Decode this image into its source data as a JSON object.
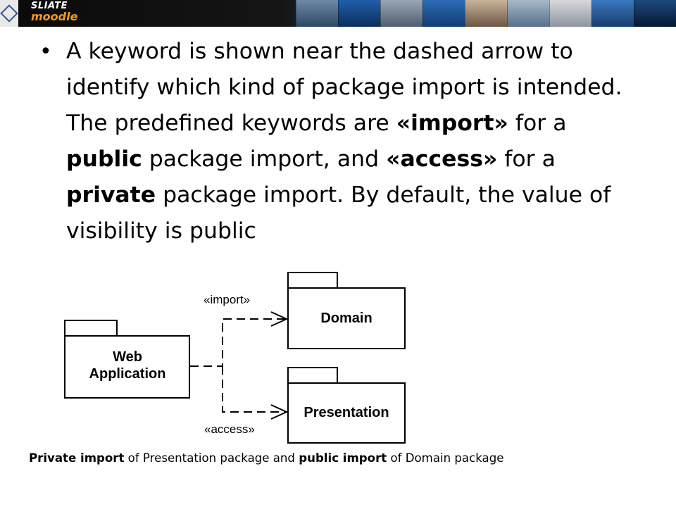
{
  "banner": {
    "logo_line1": "SLIATE",
    "logo_line2": "moodle"
  },
  "bullet": {
    "p1": "A keyword is shown near the dashed arrow to identify which kind of package import is intended. The predefined keywords are ",
    "kw_import": "«import»",
    "p2": " for a ",
    "public": "public",
    "p3": " package import, and ",
    "kw_access": "«access»",
    "p4": " for a ",
    "private": "private",
    "p5": " package import. By default, the value of visibility is public"
  },
  "diagram": {
    "packages": {
      "web": {
        "line1": "Web",
        "line2": "Application"
      },
      "domain": "Domain",
      "presentation": "Presentation"
    },
    "arrows": {
      "import_label": "«import»",
      "access_label": "«access»"
    }
  },
  "caption": {
    "b1": "Private import",
    "t1": " of Presentation package and ",
    "b2": "public import",
    "t2": " of Domain package"
  },
  "colors": {
    "logo_accent": "#f39a1e",
    "diagram_stroke": "#000000"
  }
}
